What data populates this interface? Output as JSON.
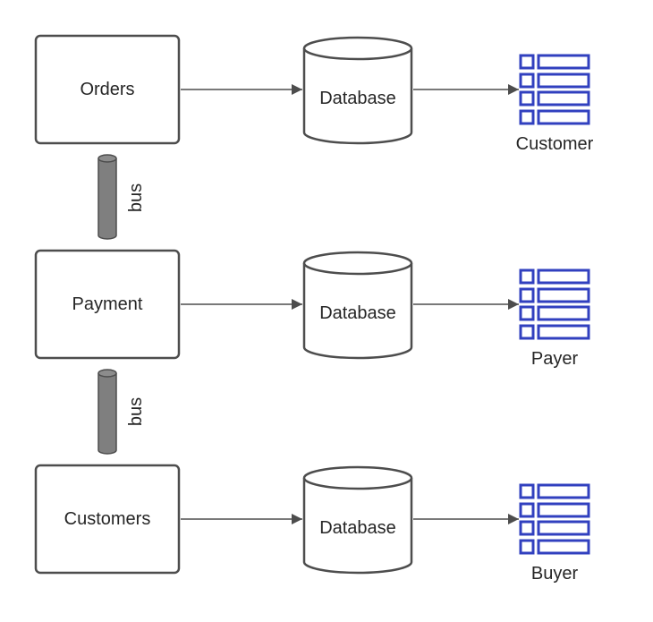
{
  "services": [
    {
      "name": "Orders"
    },
    {
      "name": "Payment"
    },
    {
      "name": "Customers"
    }
  ],
  "databases": [
    {
      "label": "Database"
    },
    {
      "label": "Database"
    },
    {
      "label": "Database"
    }
  ],
  "tables": [
    {
      "label": "Customer"
    },
    {
      "label": "Payer"
    },
    {
      "label": "Buyer"
    }
  ],
  "buses": [
    {
      "label": "bus"
    },
    {
      "label": "bus"
    }
  ],
  "colors": {
    "stroke": "#4d4d4d",
    "table_icon": "#3140bf",
    "bus_fill": "#7f7f7f"
  }
}
